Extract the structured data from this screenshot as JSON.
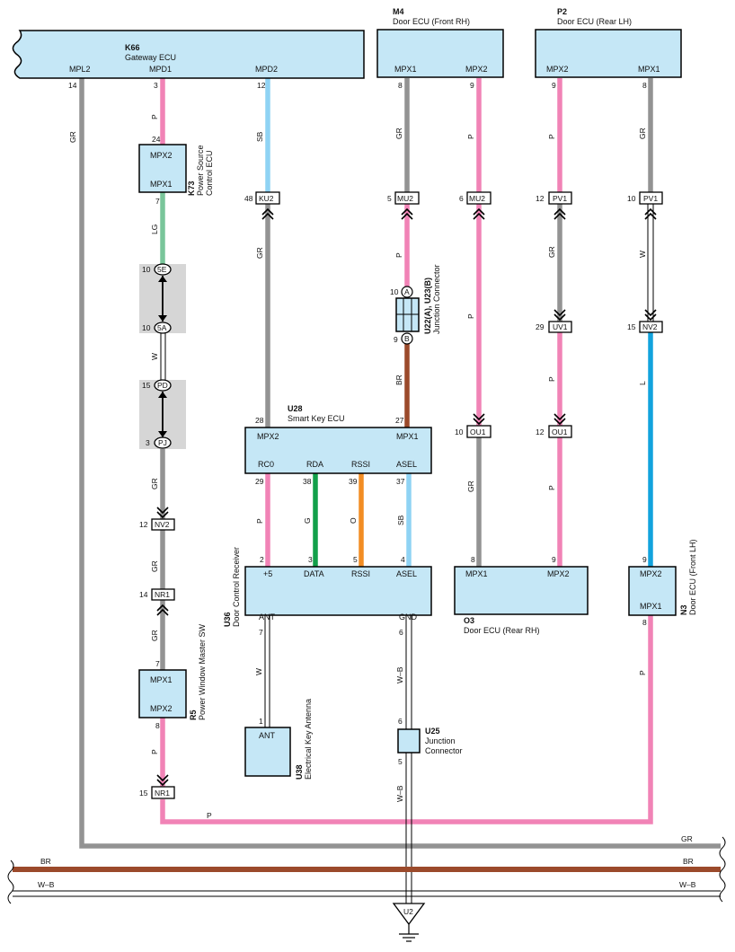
{
  "colors": {
    "ecu_fill": "#c5e7f6",
    "P": "#f183b6",
    "GR": "#939393",
    "SB": "#8fd3f4",
    "LG": "#79c59a",
    "BR": "#9b4a2b",
    "G": "#12a04a",
    "O": "#f28d24",
    "L": "#12a3dd",
    "splice_bg": "#d6d6d6"
  },
  "k66": {
    "code": "K66",
    "name": "Gateway ECU",
    "pin_mpl2": "MPL2",
    "pin_mpd1": "MPD1",
    "pin_mpd2": "MPD2",
    "n14": "14",
    "n3": "3",
    "n12": "12"
  },
  "m4": {
    "code": "M4",
    "name": "Door ECU (Front RH)",
    "pin_a": "MPX1",
    "pin_b": "MPX2",
    "n_a": "8",
    "n_b": "9"
  },
  "p2": {
    "code": "P2",
    "name": "Door ECU (Rear LH)",
    "pin_a": "MPX2",
    "pin_b": "MPX1",
    "n_a": "9",
    "n_b": "8"
  },
  "k73": {
    "code": "K73",
    "name1": "Power Source",
    "name2": "Control ECU",
    "pin_top": "MPX2",
    "pin_bot": "MPX1",
    "n_top": "24",
    "n_bot": "7"
  },
  "u28": {
    "code": "U28",
    "name": "Smart Key ECU",
    "pin_mpx2": "MPX2",
    "pin_mpx1": "MPX1",
    "pin_rc0": "RC0",
    "pin_rda": "RDA",
    "pin_rssi": "RSSI",
    "pin_asel": "ASEL",
    "n28": "28",
    "n27": "27",
    "n29": "29",
    "n38": "38",
    "n39": "39",
    "n37": "37"
  },
  "u36": {
    "code": "U36",
    "name1": "Door Control Receiver",
    "pin_p5": "+5",
    "pin_data": "DATA",
    "pin_rssi": "RSSI",
    "pin_asel": "ASEL",
    "pin_ant": "ANT",
    "pin_gnd": "GND",
    "n2": "2",
    "n3": "3",
    "n5": "5",
    "n4": "4",
    "n7": "7",
    "n6": "6"
  },
  "u38": {
    "code": "U38",
    "name1": "Electrical Key Antenna",
    "pin": "ANT",
    "n": "1"
  },
  "u25": {
    "code": "U25",
    "name1": "Junction",
    "name2": "Connector",
    "n_top": "6",
    "n_bot": "5"
  },
  "u22": {
    "code": "U22(A), U23(B)",
    "name1": "Junction Connector",
    "a": "A",
    "b": "B",
    "n_a": "10",
    "n_b": "9"
  },
  "o3": {
    "code": "O3",
    "name": "Door ECU (Rear RH)",
    "pin_a": "MPX1",
    "pin_b": "MPX2",
    "n_a": "8",
    "n_b": "9"
  },
  "n3": {
    "code": "N3",
    "name1": "Door ECU (Front LH)",
    "pin_top": "MPX2",
    "pin_bot": "MPX1",
    "n_top": "9",
    "n_bot": "8"
  },
  "r5": {
    "code": "R5",
    "name1": "Power Window Master SW",
    "pin_top": "MPX1",
    "pin_bot": "MPX2",
    "n_top": "7",
    "n_bot": "8"
  },
  "connectors": {
    "ku2": "KU2",
    "ku2_n": "48",
    "mu2a": "MU2",
    "mu2a_n": "5",
    "mu2b": "MU2",
    "mu2b_n": "6",
    "pv1a": "PV1",
    "pv1a_n": "12",
    "pv1b": "PV1",
    "pv1b_n": "10",
    "uv1": "UV1",
    "uv1_n": "29",
    "nv2r": "NV2",
    "nv2r_n": "15",
    "ou1a": "OU1",
    "ou1a_n": "10",
    "ou1b": "OU1",
    "ou1b_n": "12",
    "nv2l": "NV2",
    "nv2l_n": "12",
    "nr1a": "NR1",
    "nr1a_n": "14",
    "nr1b": "NR1",
    "nr1b_n": "15",
    "se": "5E",
    "se_n": "10",
    "sa": "5A",
    "sa_n": "10",
    "pd": "PD",
    "pd_n": "15",
    "pj": "PJ",
    "pj_n": "3"
  },
  "wire_labels": {
    "gr": "GR",
    "p": "P",
    "sb": "SB",
    "lg": "LG",
    "w": "W",
    "br": "BR",
    "g": "G",
    "o": "O",
    "l": "L",
    "wb": "W–B"
  },
  "ground": {
    "label": "U2"
  }
}
